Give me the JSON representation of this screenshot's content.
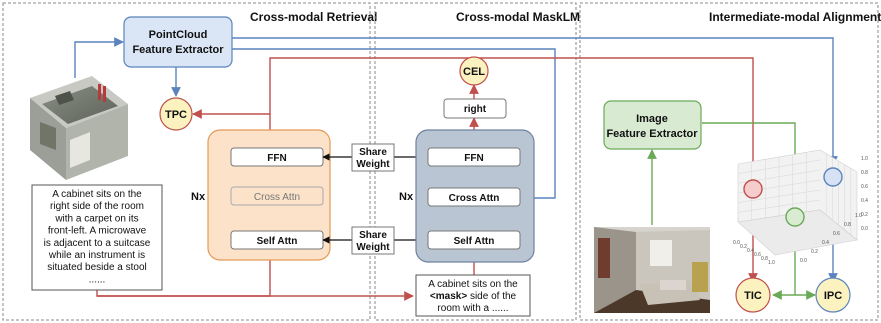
{
  "sections": {
    "retrieval": "Cross-modal Retrieval",
    "masklm": "Cross-modal MaskLM",
    "alignment": "Intermediate-modal Alignment"
  },
  "pointcloud_extractor": {
    "line1": "PointCloud",
    "line2": "Feature Extractor"
  },
  "image_extractor": {
    "line1": "Image",
    "line2": "Feature Extractor"
  },
  "left_encoder": {
    "repeat": "Nx",
    "ffn": "FFN",
    "cross_attn": "Cross Attn",
    "self_attn": "Self Attn"
  },
  "right_encoder": {
    "repeat": "Nx",
    "ffn": "FFN",
    "cross_attn": "Cross Attn",
    "self_attn": "Self Attn"
  },
  "share_weight_top": {
    "line1": "Share",
    "line2": "Weight"
  },
  "share_weight_bottom": {
    "line1": "Share",
    "line2": "Weight"
  },
  "right_box": "right",
  "losses": {
    "tpc": "TPC",
    "cel": "CEL",
    "tic": "TIC",
    "ipc": "IPC"
  },
  "caption_left": [
    "A cabinet sits on the",
    "right side of the room",
    "with a carpet on its",
    "front-left. A microwave",
    "is adjacent to a suitcase",
    "while an instrument is",
    "situated beside a stool",
    "......"
  ],
  "caption_right": {
    "line1": "A cabinet sits on the",
    "mask": "<mask>",
    "line2_rest": " side of the",
    "line3": "room with a ......"
  },
  "axis_ticks": {
    "z": [
      "1.0",
      "0.8",
      "0.6",
      "0.4",
      "0.2",
      "0.0"
    ],
    "x": [
      "0.0",
      "0.2",
      "0.4",
      "0.6",
      "0.8",
      "1.0"
    ],
    "y": [
      "0.0",
      "0.2",
      "0.4",
      "0.6",
      "0.8",
      "1.0"
    ]
  },
  "colors": {
    "red": "#c0504d",
    "blue": "#5b84bd",
    "green": "#6aaa57",
    "pc_fill": "#dae6f6",
    "img_fill": "#d9ead3",
    "left_encoder_fill": "#fbe2c9",
    "right_encoder_fill": "#b9c5d3",
    "loss_fill": "#fbf2bf"
  }
}
